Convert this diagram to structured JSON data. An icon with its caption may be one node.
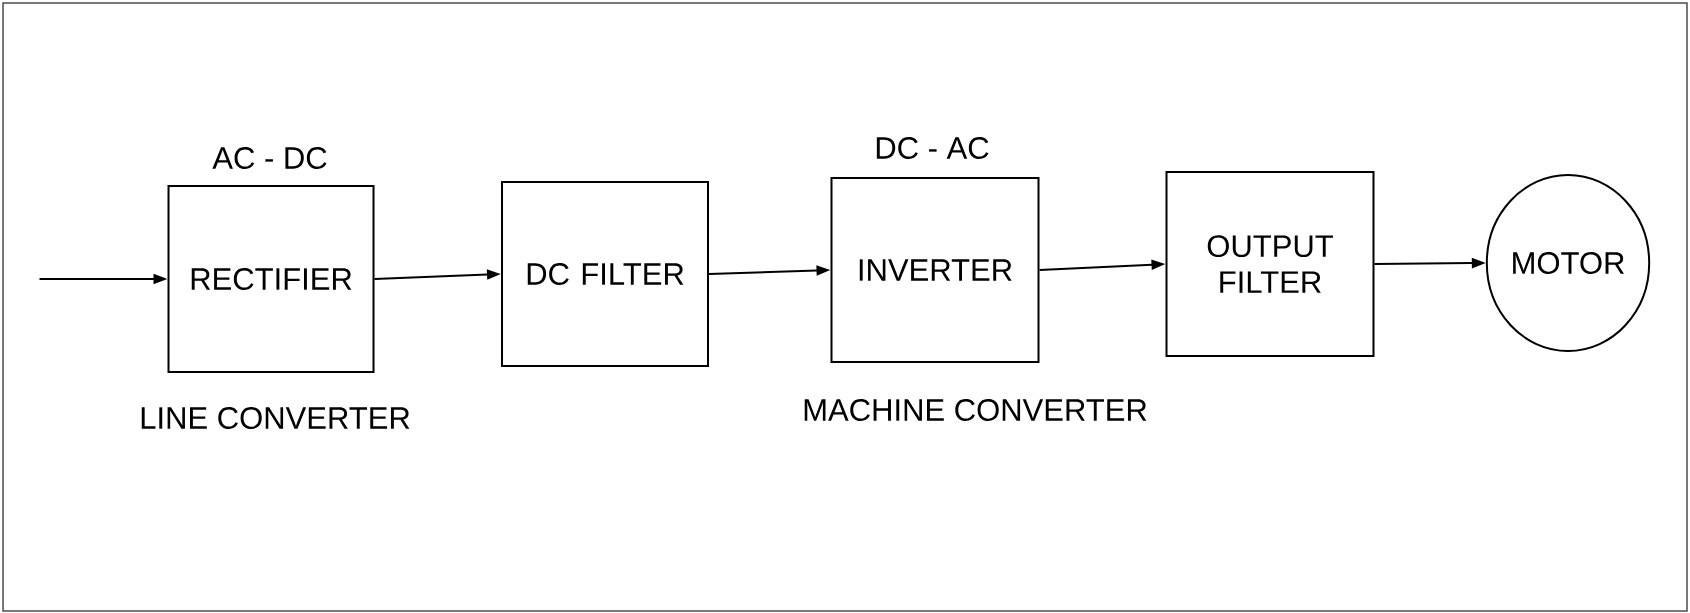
{
  "diagram": {
    "nodes": [
      {
        "text": [
          "RECTIFIER"
        ],
        "beside": [
          "AC - DC"
        ]
      },
      {
        "text": [
          "DC FILTER"
        ]
      },
      {
        "text": [
          "INVERTER"
        ],
        "beside": [
          "DC - AC"
        ]
      },
      {
        "text": [
          "OUTPUT FILTER"
        ]
      },
      {
        "text": [
          "MOTOR"
        ]
      }
    ],
    "edges": [
      {
        "from": null,
        "to": 0,
        "arrow": "to"
      },
      {
        "from": 0,
        "to": 1,
        "arrow": "to"
      },
      {
        "from": 1,
        "to": 2,
        "arrow": "to"
      },
      {
        "from": 2,
        "to": 3,
        "arrow": "to"
      },
      {
        "from": 3,
        "to": 4,
        "arrow": "to"
      }
    ],
    "labels": [
      "LINE CONVERTER",
      "MACHINE CONVERTER"
    ]
  }
}
